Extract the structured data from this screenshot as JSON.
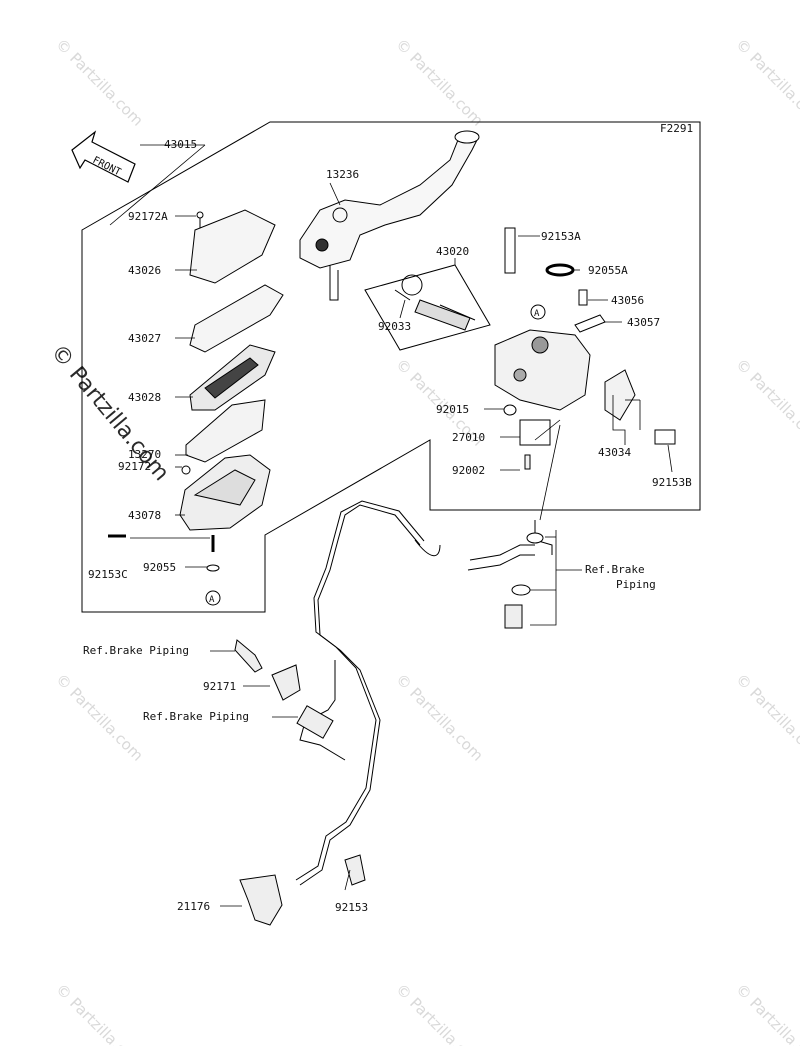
{
  "diagram": {
    "code": "F2291",
    "front_label": "FRONT",
    "watermark": "© Partzilla.com",
    "side_watermark": "© Partzilla.com",
    "callout_a": "A",
    "parts": {
      "p43015": "43015",
      "p13236": "13236",
      "p92172A": "92172A",
      "p43026": "43026",
      "p43027": "43027",
      "p43028": "43028",
      "p13270": "13270",
      "p92172": "92172",
      "p43078": "43078",
      "p92153C": "92153C",
      "p92055": "92055",
      "p43020": "43020",
      "p92033": "92033",
      "p92153A": "92153A",
      "p92055A": "92055A",
      "p43056": "43056",
      "p43057": "43057",
      "p92015": "92015",
      "p27010": "27010",
      "p92002": "92002",
      "p43034": "43034",
      "p92153B": "92153B",
      "p92171": "92171",
      "p21176": "21176",
      "p92153": "92153"
    },
    "refs": {
      "brake_piping_right_1": "Ref.Brake",
      "brake_piping_right_2": "Piping",
      "brake_piping_left_1": "Ref.Brake Piping",
      "brake_piping_left_2": "Ref.Brake Piping"
    }
  }
}
